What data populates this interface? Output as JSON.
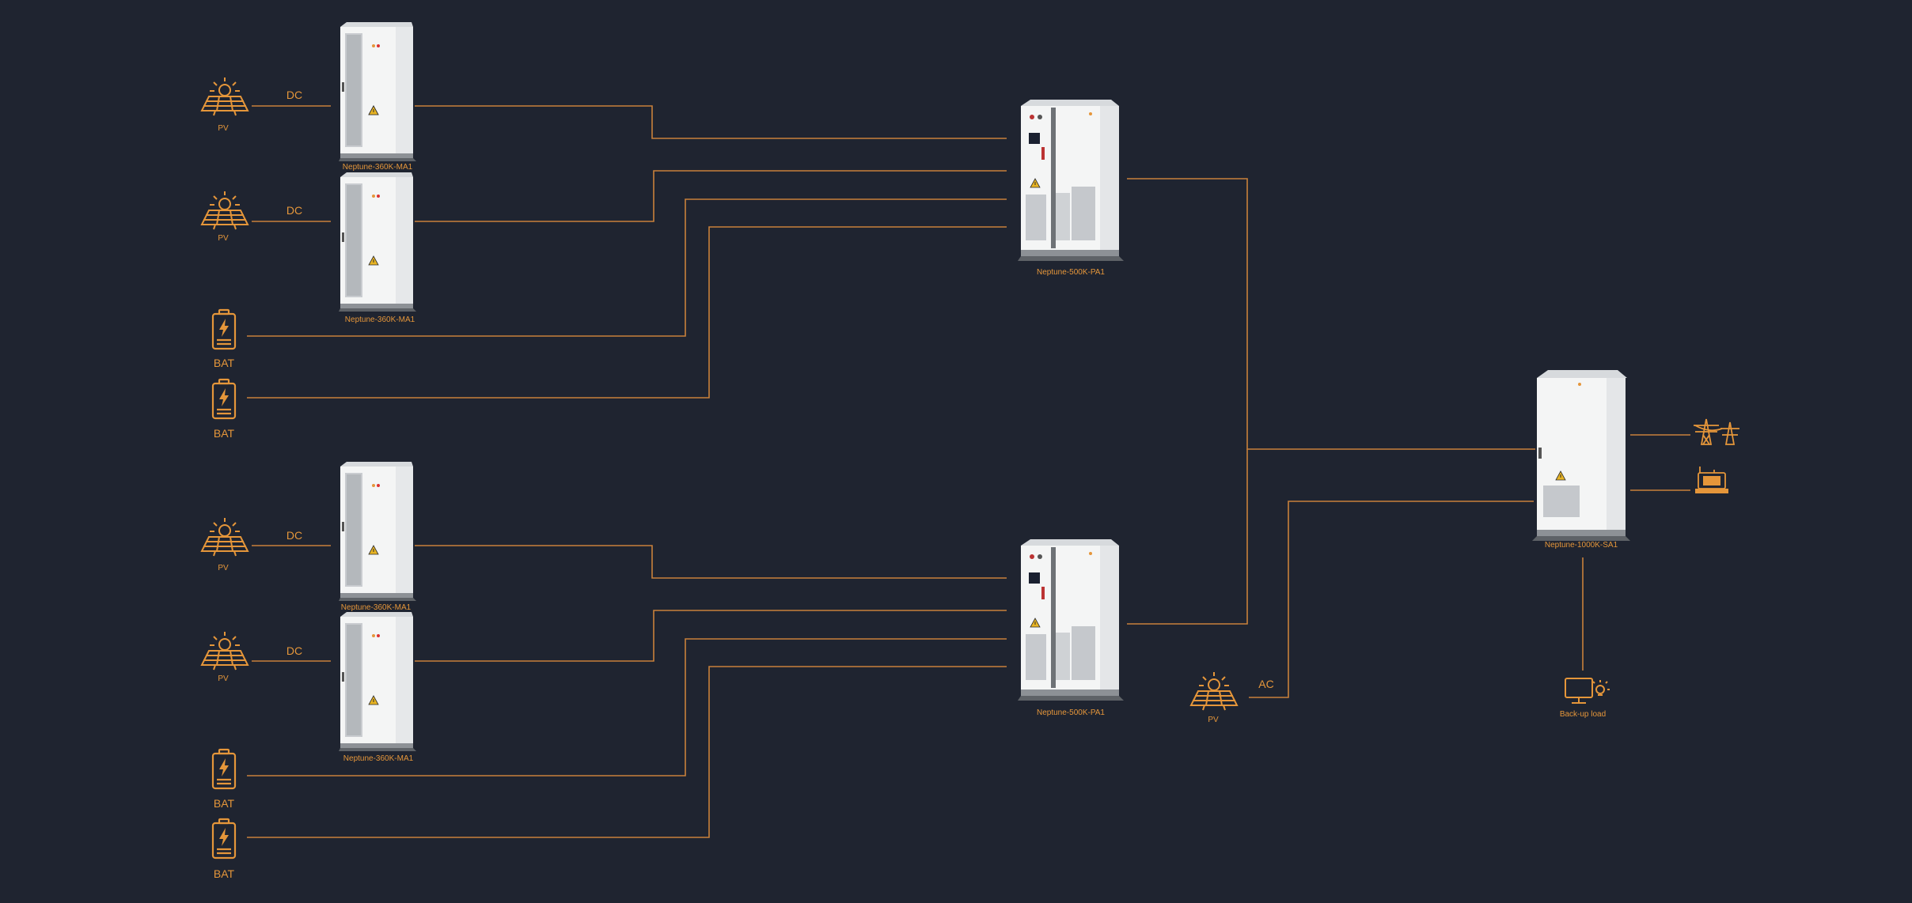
{
  "colors": {
    "background": "#1f2430",
    "accent": "#e5963a",
    "line": "#c8803a",
    "cabinet": "#f4f5f5",
    "cabinet_shadow": "#8d9196"
  },
  "labels": {
    "dc": "DC",
    "ac": "AC",
    "pv": "PV",
    "bat": "BAT",
    "ma1": "Neptune-360K-MA1",
    "pa1": "Neptune-500K-PA1",
    "sa1": "Neptune-1000K-SA1",
    "backup": "Back-up load"
  },
  "icons": [
    "solar-panel-icon",
    "battery-icon",
    "grid-tower-icon",
    "generator-icon",
    "monitor-load-icon",
    "warning-icon"
  ]
}
